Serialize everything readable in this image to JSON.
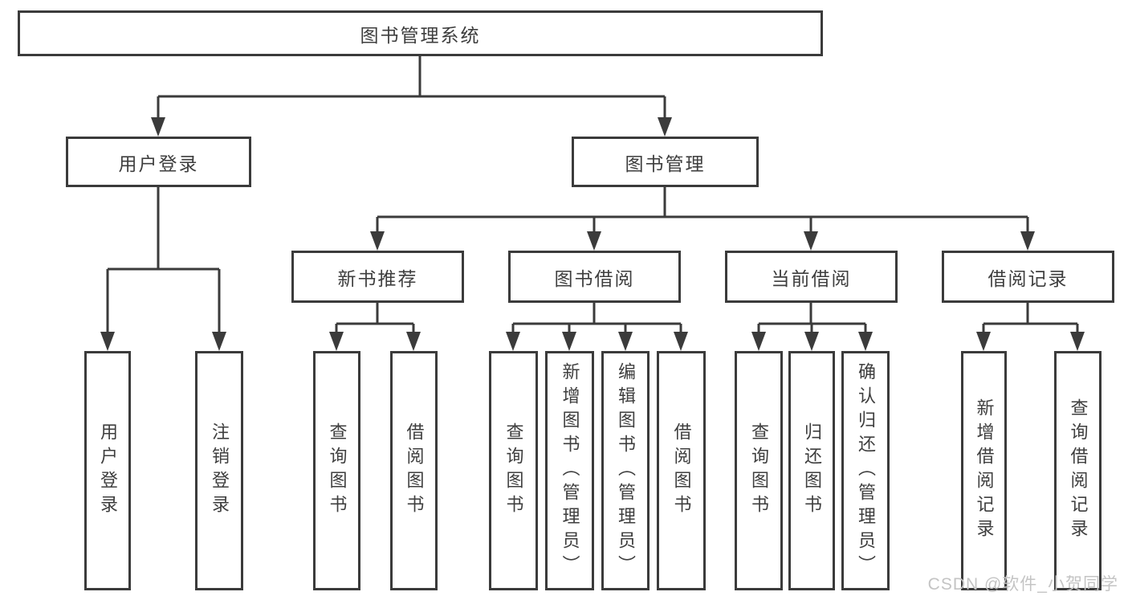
{
  "diagram": {
    "root": "图书管理系统",
    "branches": [
      {
        "label": "用户登录",
        "leaves": [
          "用户登录",
          "注销登录"
        ]
      },
      {
        "label": "图书管理",
        "groups": [
          {
            "label": "新书推荐",
            "leaves": [
              "查询图书",
              "借阅图书"
            ]
          },
          {
            "label": "图书借阅",
            "leaves": [
              "查询图书",
              "新增图书（管理员）",
              "编辑图书（管理员）",
              "借阅图书"
            ]
          },
          {
            "label": "当前借阅",
            "leaves": [
              "查询图书",
              "归还图书",
              "确认归还（管理员）"
            ]
          },
          {
            "label": "借阅记录",
            "leaves": [
              "新增借阅记录",
              "查询借阅记录"
            ]
          }
        ]
      }
    ]
  },
  "watermark": {
    "text": "CSDN @软件_小贺同学"
  },
  "colors": {
    "line": "#3b3b3b",
    "text": "#3e3e3e",
    "box_fill": "#ffffff",
    "background": "#ffffff",
    "watermark": "#c4c4c4"
  }
}
